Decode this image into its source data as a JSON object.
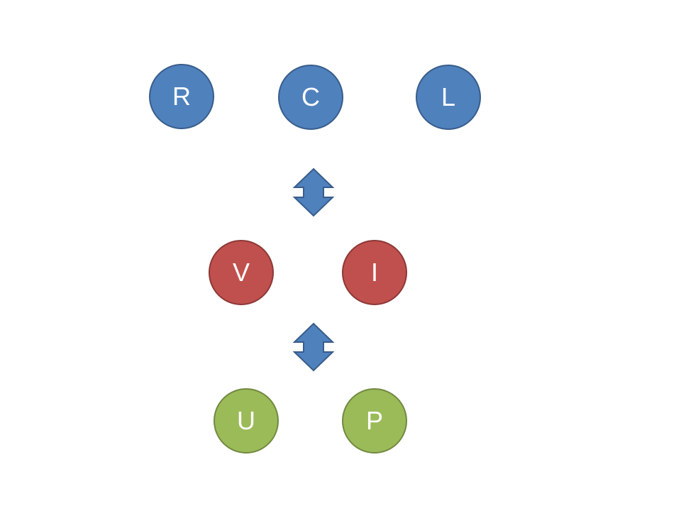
{
  "colors": {
    "top_fill": "#4F81BD",
    "top_stroke": "#385D8A",
    "mid_fill": "#C0504D",
    "mid_stroke": "#8C3836",
    "bottom_fill": "#9BBB59",
    "bottom_stroke": "#71893F",
    "arrow_fill": "#4F81BD",
    "arrow_stroke": "#385D8A"
  },
  "top_row": [
    {
      "label": "R"
    },
    {
      "label": "C"
    },
    {
      "label": "L"
    }
  ],
  "middle_row": [
    {
      "label": "V"
    },
    {
      "label": "I"
    }
  ],
  "bottom_row": [
    {
      "label": "U"
    },
    {
      "label": "P"
    }
  ],
  "arrows": [
    {
      "icon": "up-down-arrow-icon"
    },
    {
      "icon": "up-down-arrow-icon"
    }
  ]
}
